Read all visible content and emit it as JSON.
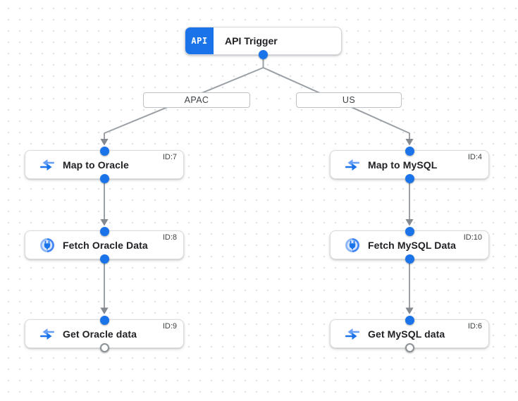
{
  "app": {
    "view": "integration-flow-canvas"
  },
  "colors": {
    "accent_blue": "#1a73e8",
    "edge_gray": "#9aa0a6",
    "arrow_gray": "#848a90",
    "node_border": "#dadce0",
    "title_text": "#202124",
    "id_text": "#3c4043"
  },
  "trigger": {
    "icon_label": "API",
    "title": "API Trigger"
  },
  "branches": {
    "left_label": "APAC",
    "right_label": "US"
  },
  "nodes": [
    {
      "title": "Map to Oracle",
      "id_label": "ID:7",
      "icon": "data-mapping-icon"
    },
    {
      "title": "Fetch Oracle Data",
      "id_label": "ID:8",
      "icon": "connector-icon"
    },
    {
      "title": "Get Oracle data",
      "id_label": "ID:9",
      "icon": "data-mapping-icon"
    },
    {
      "title": "Map to MySQL",
      "id_label": "ID:4",
      "icon": "data-mapping-icon"
    },
    {
      "title": "Fetch MySQL Data",
      "id_label": "ID:10",
      "icon": "connector-icon"
    },
    {
      "title": "Get MySQL data",
      "id_label": "ID:6",
      "icon": "data-mapping-icon"
    }
  ]
}
